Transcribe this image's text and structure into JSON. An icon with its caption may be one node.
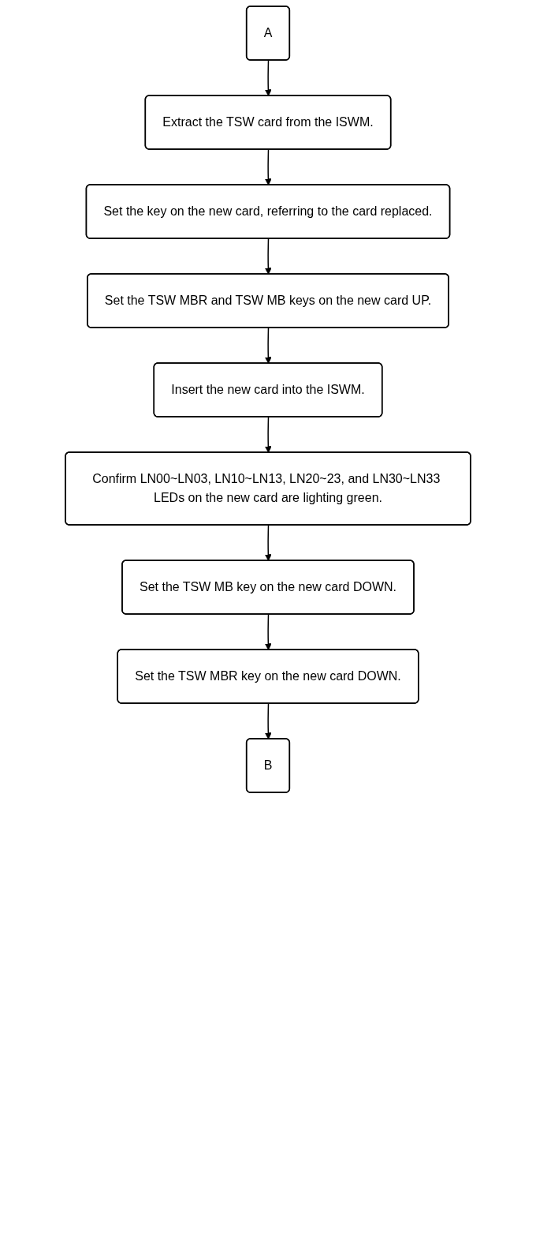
{
  "diagram": {
    "nodes": [
      {
        "text": [
          "A"
        ]
      },
      {
        "text": [
          "Extract the TSW card from the ISWM."
        ]
      },
      {
        "text": [
          "Set the key on the new card, referring to the card replaced."
        ]
      },
      {
        "text": [
          "Set the TSW MBR and TSW MB keys on the new card UP."
        ]
      },
      {
        "text": [
          "Insert the new card into the ISWM."
        ]
      },
      {
        "text": [
          "Confirm LN00~LN03, LN10~LN13, LN20~23, and LN30~LN33 LEDs on the new card are lighting green."
        ]
      },
      {
        "text": [
          "Set the TSW MB key on the new card DOWN."
        ]
      },
      {
        "text": [
          "Set the TSW MBR key on the new card DOWN."
        ]
      },
      {
        "text": [
          "B"
        ]
      }
    ],
    "edges": [
      {
        "from": 0,
        "to": 1,
        "arrow": "to"
      },
      {
        "from": 1,
        "to": 2,
        "arrow": "to"
      },
      {
        "from": 2,
        "to": 3,
        "arrow": "to"
      },
      {
        "from": 3,
        "to": 4,
        "arrow": "to"
      },
      {
        "from": 4,
        "to": 5,
        "arrow": "to"
      },
      {
        "from": 5,
        "to": 6,
        "arrow": "to"
      },
      {
        "from": 6,
        "to": 7,
        "arrow": "to"
      },
      {
        "from": 7,
        "to": 8,
        "arrow": "to"
      }
    ]
  }
}
